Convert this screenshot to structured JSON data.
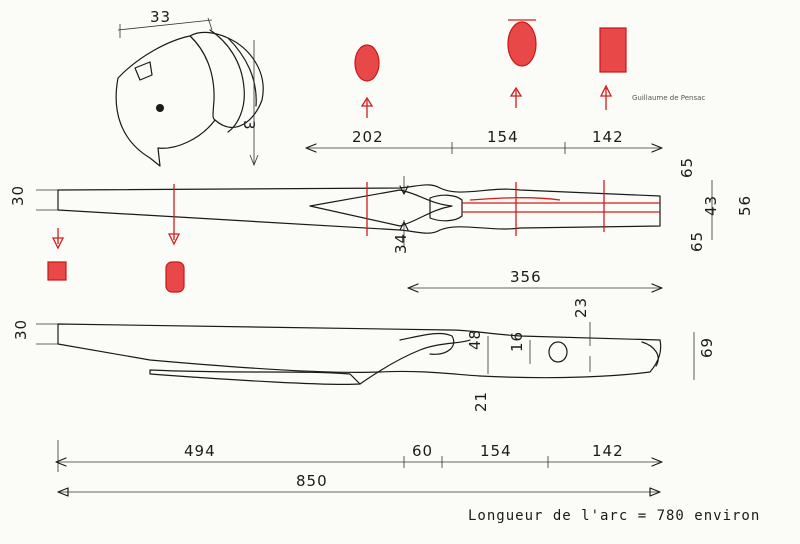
{
  "author": "Guillaume de Pensac",
  "note": "Longueur de l'arc = 780 environ",
  "palette": {
    "ink": "#1a1a1a",
    "red": "#d21c1c",
    "paper": "#fbfbf8"
  },
  "dims": {
    "d33": "33",
    "d3": "3",
    "d202": "202",
    "d154_top": "154",
    "d142_top": "142",
    "d30_top": "30",
    "d34": "34",
    "d65a": "65",
    "d65b": "65",
    "d43": "43",
    "d56": "56",
    "d356": "356",
    "d30_side": "30",
    "d23": "23",
    "d48": "48",
    "d16": "16",
    "d21": "21",
    "d69": "69",
    "d494": "494",
    "d60": "60",
    "d154_bot": "154",
    "d142_bot": "142",
    "d850": "850"
  }
}
